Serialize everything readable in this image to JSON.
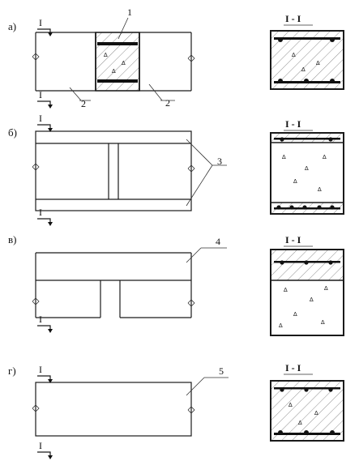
{
  "rows": [
    {
      "letter": "а)",
      "cut_marks": [
        "I",
        "I"
      ],
      "section_title": "I - I",
      "callouts": [
        "1",
        "2",
        "2"
      ]
    },
    {
      "letter": "б)",
      "cut_marks": [
        "I",
        "I"
      ],
      "section_title": "I - I",
      "callouts": [
        "3"
      ]
    },
    {
      "letter": "в)",
      "cut_marks": [
        "I",
        "I"
      ],
      "section_title": "I - I",
      "callouts": [
        "4"
      ]
    },
    {
      "letter": "г)",
      "cut_marks": [
        "I",
        "I"
      ],
      "section_title": "I - I",
      "callouts": [
        "5"
      ]
    }
  ],
  "colors": {
    "ink": "#1a1a1a",
    "paper": "#ffffff"
  }
}
